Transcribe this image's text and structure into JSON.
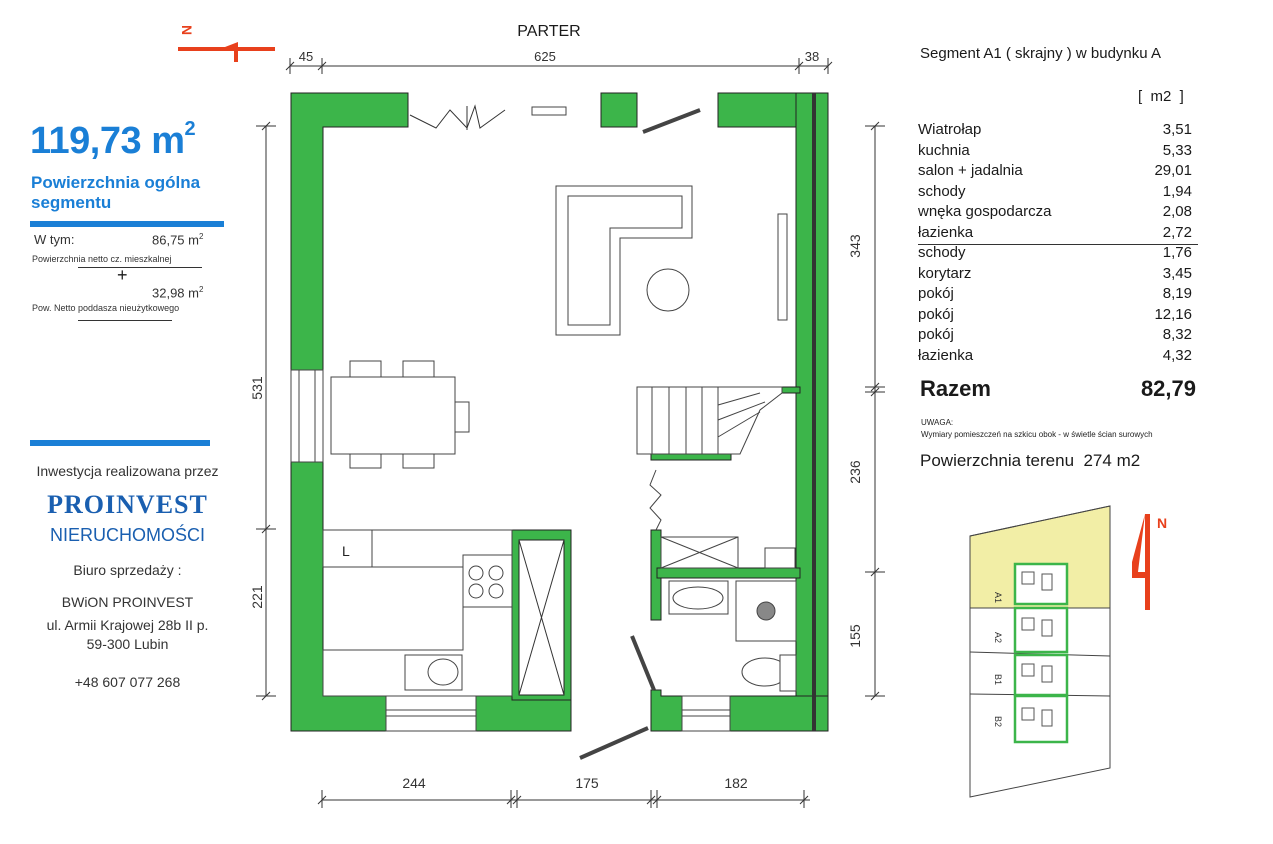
{
  "plan": {
    "floor_label": "PARTER",
    "dim_top": [
      "45",
      "625",
      "38"
    ],
    "dim_bottom": [
      "244",
      "175",
      "182"
    ],
    "dim_left": [
      "531",
      "221"
    ],
    "dim_right": [
      "343",
      "236",
      "155"
    ],
    "kitchen_label": "L"
  },
  "compass": {
    "north_label": "N"
  },
  "left_panel": {
    "total_area": "119,73 m",
    "total_area_sup": "2",
    "total_area_caption": "Powierzchnia ogólna segmentu",
    "including_label": "W tym:",
    "living_net_area": "86,75 m",
    "living_net_area_sup": "2",
    "living_net_caption": "Powierzchnia netto cz. mieszkalnej",
    "plus_sign": "+",
    "attic_area": "32,98 m",
    "attic_area_sup": "2",
    "attic_caption": "Pow. Netto poddasza nieużytkowego",
    "investor_intro": "Inwestycja realizowana przez",
    "company_name": "PROINVEST",
    "company_sub": "NIERUCHOMOŚCI",
    "sales_office": "Biuro sprzedaży :",
    "office_name": "BWiON PROINVEST",
    "office_address": "ul. Armii Krajowej 28b II p.",
    "office_city": "59-300 Lubin",
    "phone": "+48 607 077 268"
  },
  "right_panel": {
    "segment_title": "Segment A1 ( skrajny ) w budynku A",
    "unit": "[  m2  ]",
    "rooms": [
      {
        "name": "Wiatrołap",
        "area": "3,51"
      },
      {
        "name": "kuchnia",
        "area": "5,33"
      },
      {
        "name": "salon + jadalnia",
        "area": "29,01"
      },
      {
        "name": "schody",
        "area": "1,94"
      },
      {
        "name": "wnęka gospodarcza",
        "area": "2,08"
      },
      {
        "name": "łazienka",
        "area": "2,72"
      },
      {
        "name": "schody",
        "area": "1,76"
      },
      {
        "name": "korytarz",
        "area": "3,45"
      },
      {
        "name": "pokój",
        "area": "8,19"
      },
      {
        "name": "pokój",
        "area": "12,16"
      },
      {
        "name": "pokój",
        "area": "8,32"
      },
      {
        "name": "łazienka",
        "area": "4,32"
      }
    ],
    "total_label": "Razem",
    "total_value": "82,79",
    "note_title": "UWAGA:",
    "note_text": "Wymiary pomieszczeń na szkicu obok - w świetle ścian surowych",
    "plot_area": "Powierzchnia terenu  274 m2"
  },
  "site_plan": {
    "segments": [
      "A1",
      "A2",
      "B1",
      "B2"
    ],
    "highlighted": "A1",
    "north_label": "N"
  },
  "colors": {
    "wall": "#3cb54a",
    "accent_blue": "#1a7fd6",
    "north_arrow": "#e8401c",
    "highlight": "#f2eea6"
  }
}
